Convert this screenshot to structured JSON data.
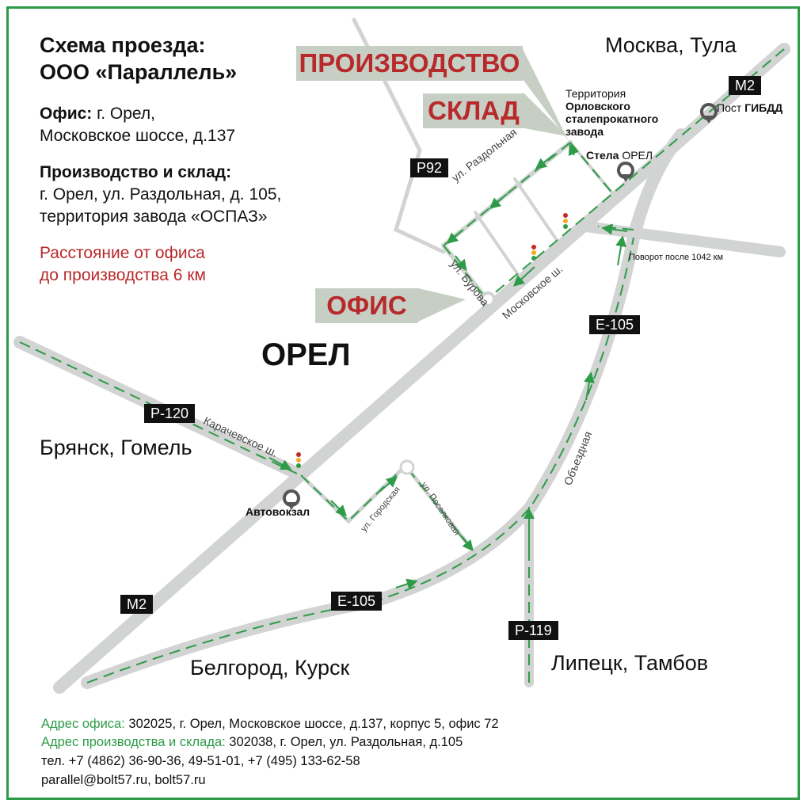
{
  "header": {
    "title_line1": "Схема проезда:",
    "title_line2": "ООО «Параллель»",
    "office_label": "Офис:",
    "office_line1": " г. Орел,",
    "office_line2": "Московское шоссе, д.137",
    "prod_label": "Производство и склад:",
    "prod_line1": "г. Орел, ул. Раздольная, д. 105,",
    "prod_line2": "территория завода «ОСПАЗ»",
    "distance_line1": "Расстояние от офиса",
    "distance_line2": "до производства 6 км"
  },
  "callouts": {
    "production": "ПРОИЗВОДСТВО",
    "warehouse": "СКЛАД",
    "office": "ОФИС"
  },
  "cities": {
    "moscow": "Москва, Тула",
    "bryansk": "Брянск, Гомель",
    "belgorod": "Белгород, Курск",
    "lipetsk": "Липецк, Тамбов",
    "orel": "ОРЕЛ"
  },
  "road_tags": {
    "m2_top": "М2",
    "p92": "Р92",
    "e105_right": "Е-105",
    "p120": "Р-120",
    "m2_bottom": "М2",
    "e105_bottom": "Е-105",
    "p119": "Р-119"
  },
  "places": {
    "territory_line1": "Территория",
    "territory_line2": "Орловского",
    "territory_line3": "сталепрокатного",
    "territory_line4": "завода",
    "stela": "Стела",
    "stela_city": "ОРЕЛ",
    "post": "Пост",
    "post_name": "ГИБДД",
    "bus_station": "Автовокзал",
    "turn_note": "Поворот после 1042 км"
  },
  "streets": {
    "razdolnaya": "ул. Раздольная",
    "burova": "ул. Бурова",
    "moskovskoe": "Московское ш.",
    "karachevskoe": "Карачевское ш.",
    "gorodskaya": "ул. Городская",
    "poselkovaya": "ул. Поселковая",
    "obezdnaya": "Объездная"
  },
  "footer": {
    "office_addr_label": "Адрес офиса:",
    "office_addr": " 302025, г. Орел, Московское шоссе, д.137, корпус 5, офис 72",
    "prod_addr_label": "Адрес производства и склада:",
    "prod_addr": " 302038, г. Орел, ул. Раздольная, д.105",
    "phones": "тел. +7 (4862) 36-90-36, 49-51-01, +7 (495) 133-62-58",
    "emails": "parallel@bolt57.ru, bolt57.ru"
  },
  "colors": {
    "road": "#d2d3d3",
    "route": "#2e9b48",
    "accent_red": "#b8292b",
    "callout_bg": "#c7cfc5",
    "frame": "#2e9b48"
  }
}
